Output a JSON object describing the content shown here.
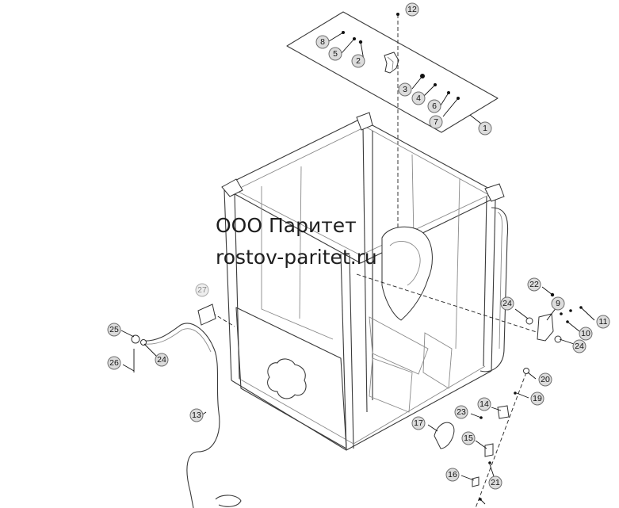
{
  "watermark": {
    "line1": "ООО Паритет",
    "line2": "rostov-paritet.ru"
  },
  "callouts": [
    "1",
    "2",
    "3",
    "4",
    "5",
    "6",
    "7",
    "8",
    "9",
    "10",
    "11",
    "12",
    "13",
    "14",
    "15",
    "16",
    "17",
    "19",
    "20",
    "21",
    "22",
    "23",
    "24",
    "25",
    "26",
    "27"
  ],
  "colors": {
    "callout_fill": "#dcdcdc",
    "line": "#222222"
  }
}
